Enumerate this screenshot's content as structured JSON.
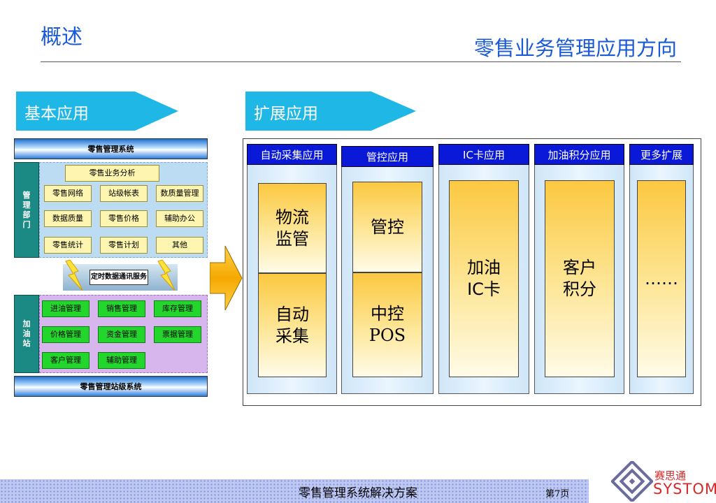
{
  "header": {
    "title": "概述",
    "subtitle": "零售业务管理应用方向"
  },
  "banners": {
    "basic": "基本应用",
    "extended": "扩展应用"
  },
  "left_panel": {
    "top_system": "零售管理系统",
    "mgmt_dept_label": "管\n理\n部\n门",
    "analysis": "零售业务分析",
    "mgmt_items": [
      "零售网络",
      "站级帐表",
      "数质量管理",
      "数据质量",
      "零售价格",
      "辅助办公",
      "零售统计",
      "零售计划",
      "其他"
    ],
    "comm_service": "定时数据通讯服务",
    "station_label": "加\n油\n站",
    "station_items": [
      "进油管理",
      "销售管理",
      "库存管理",
      "价格管理",
      "资金管理",
      "票据管理",
      "客户管理",
      "辅助管理"
    ],
    "bottom_system": "零售管理站级系统"
  },
  "right_panel": {
    "columns": [
      {
        "header": "自动采集应用",
        "cells": [
          "物流\n监管",
          "自动\n采集"
        ]
      },
      {
        "header": "管控应用",
        "cells": [
          "管控",
          "中控\nPOS"
        ]
      },
      {
        "header": "IC卡应用",
        "cells": [
          "加油\nIC卡"
        ]
      },
      {
        "header": "加油积分应用",
        "cells": [
          "客户\n积分"
        ]
      },
      {
        "header": "更多扩展",
        "cells": [
          "……"
        ]
      }
    ]
  },
  "footer": {
    "text": "零售管理系统解决方案",
    "page": "第7页"
  },
  "logo": {
    "name_cn": "赛思通",
    "name_en": "SYSTOM"
  },
  "colors": {
    "title_blue": "#1a5ad6",
    "banner_cyan": "#1fb8e6",
    "header_blue": "#0a18d8",
    "accent_green": "#22d62c"
  }
}
